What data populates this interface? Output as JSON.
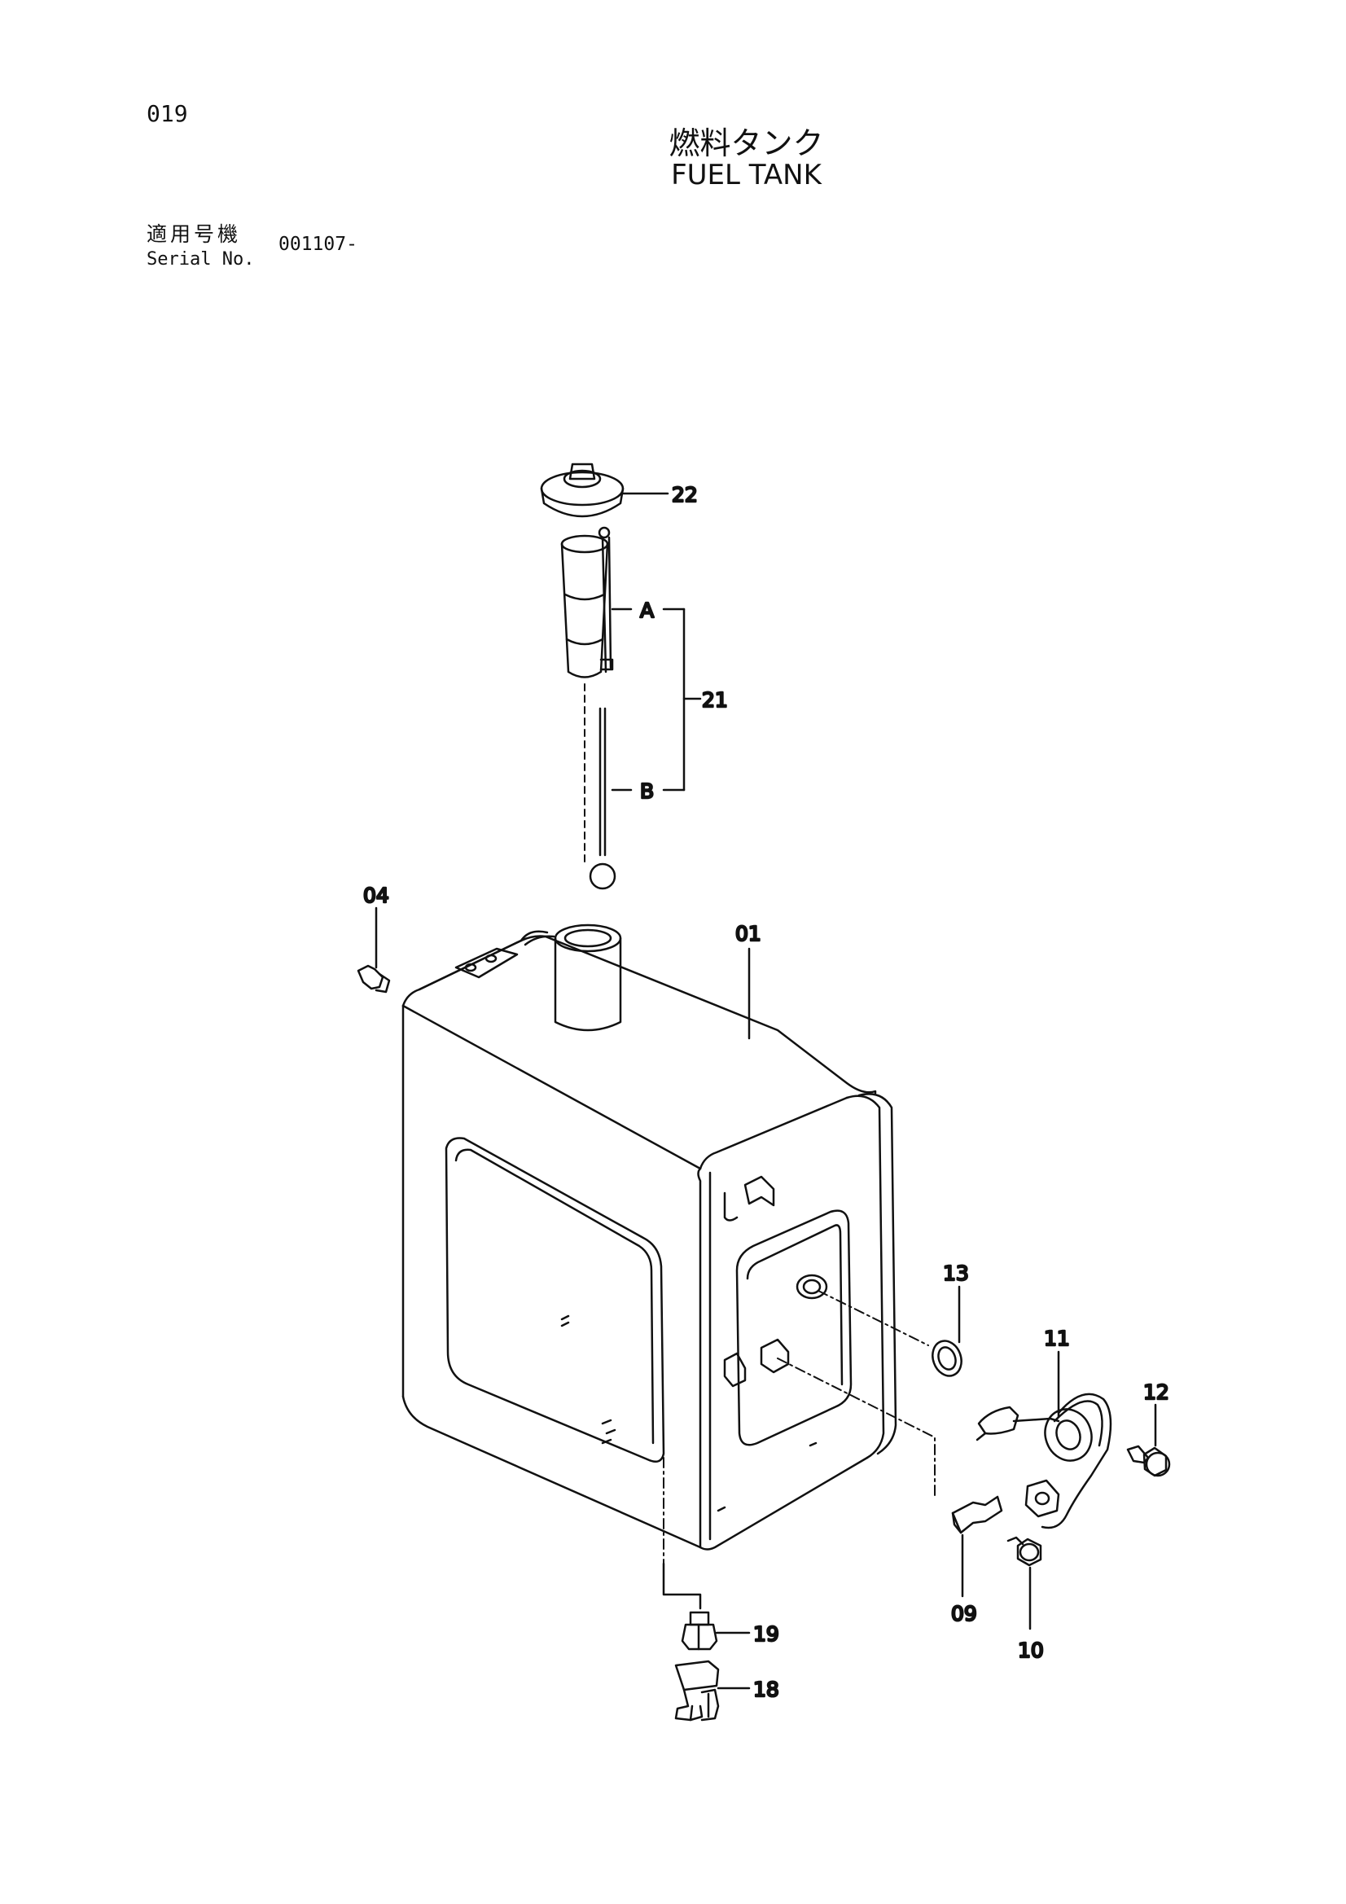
{
  "header": {
    "page_number": "019",
    "title_ja": "燃料タンク",
    "title_en": "FUEL TANK",
    "serial_label_ja": "適用号機",
    "serial_label_en": "Serial No.",
    "serial_value": "001107-"
  },
  "callouts": {
    "p22": "22",
    "pA": "A",
    "p21": "21",
    "pB": "B",
    "p04": "04",
    "p01": "01",
    "p13": "13",
    "p11": "11",
    "p12": "12",
    "p09": "09",
    "p10": "10",
    "p19": "19",
    "p18": "18"
  }
}
